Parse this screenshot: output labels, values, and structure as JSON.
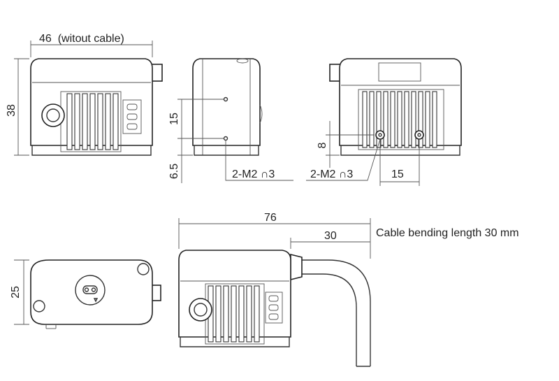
{
  "labels": {
    "width_46": "46  (witout cable)",
    "height_38": "38",
    "side_15": "15",
    "side_65": "6.5",
    "side_screw": "2-M2 ∩3",
    "back_8": "8",
    "back_screw": "2-M2 ∩3",
    "back_15": "15",
    "bottom_25": "25",
    "length_76": "76",
    "cable_30": "30",
    "cable_note": "Cable bending length 30 mm"
  }
}
